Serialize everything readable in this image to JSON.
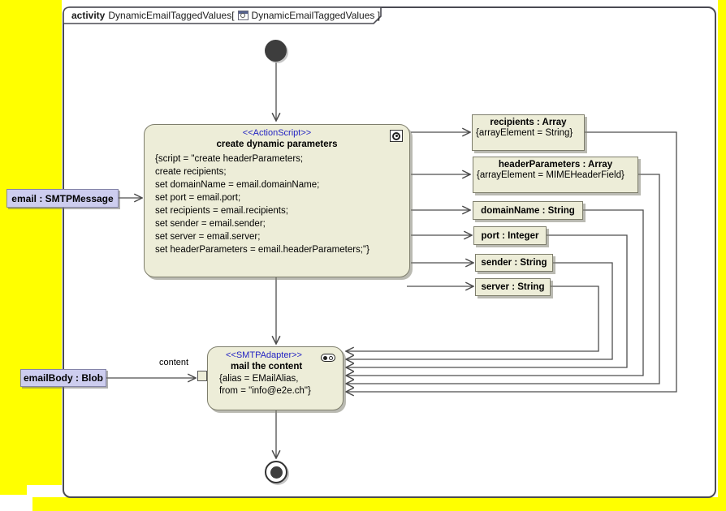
{
  "frame": {
    "keyword": "activity",
    "title_left": "DynamicEmailTaggedValues[",
    "title_right": "DynamicEmailTaggedValues ]"
  },
  "action": {
    "stereotype": "<<ActionScript>>",
    "name": "create dynamic parameters",
    "script_lines": [
      "{script = \"create headerParameters;",
      "create recipients;",
      "set domainName = email.domainName;",
      "set port = email.port;",
      "set recipients = email.recipients;",
      "set sender = email.sender;",
      "set server = email.server;",
      "set headerParameters = email.headerParameters;\"}"
    ]
  },
  "mail": {
    "stereotype": "<<SMTPAdapter>>",
    "name": "mail the content",
    "tag_lines": [
      "{alias = EMailAlias,",
      "from = \"info@e2e.ch\"}"
    ],
    "pin_label": "content"
  },
  "objects": [
    {
      "name": "recipients : Array",
      "tag": "{arrayElement = String}"
    },
    {
      "name": "headerParameters : Array",
      "tag": "{arrayElement = MIMEHeaderField}"
    },
    {
      "name": "domainName : String"
    },
    {
      "name": "port : Integer"
    },
    {
      "name": "sender : String"
    },
    {
      "name": "server : String"
    }
  ],
  "inputs": [
    {
      "name": "email : SMTPMessage"
    },
    {
      "name": "emailBody : Blob"
    }
  ],
  "icons": {
    "action_icon": "gear-in-square",
    "mail_icon": "adapter-stadium",
    "frame_icon": "activity-diagram-icon"
  },
  "colors": {
    "background_accent": "#ffff00",
    "node_fill": "#ededd8",
    "node_border": "#7e7e6c",
    "input_fill": "#cdcdef",
    "stereotype_text": "#2323c3",
    "edge": "#4d4d4d",
    "frame_border": "#4a4a52"
  }
}
